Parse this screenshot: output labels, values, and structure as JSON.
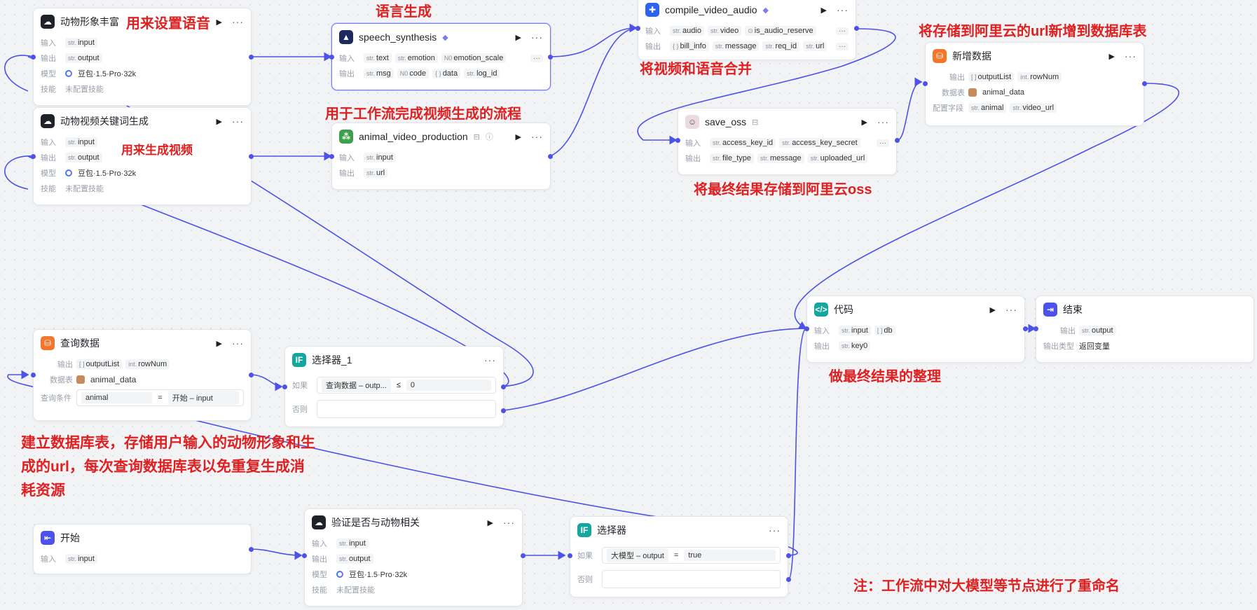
{
  "labels": {
    "input": "输入",
    "output": "输出",
    "model": "模型",
    "skill": "技能",
    "table": "数据表",
    "condition": "查询条件",
    "if": "如果",
    "else": "否则",
    "config_fields": "配置字段",
    "output_type": "输出类型",
    "no_skill": "未配置技能",
    "model_name": "豆包·1.5·Pro·32k",
    "type_str": "str.",
    "type_int": "int.",
    "type_list": "[ ]",
    "type_obj": "{ }",
    "type_num": "N0",
    "type_bool": "⊙",
    "more": "···"
  },
  "nodes": {
    "animal_image": {
      "title": "动物形象丰富",
      "in": "input",
      "out": "output"
    },
    "animal_keyword": {
      "title": "动物视频关键词生成",
      "in": "input",
      "out": "output"
    },
    "speech": {
      "title": "speech_synthesis",
      "in": [
        "text",
        "emotion",
        "emotion_scale"
      ],
      "out": [
        "msg",
        "code",
        "data",
        "log_id"
      ]
    },
    "video_prod": {
      "title": "animal_video_production",
      "in": "input",
      "out": "url"
    },
    "compile": {
      "title": "compile_video_audio",
      "in": [
        "audio",
        "video",
        "is_audio_reserve"
      ],
      "out": [
        "bill_info",
        "message",
        "req_id",
        "url"
      ]
    },
    "save_oss": {
      "title": "save_oss",
      "in": [
        "access_key_id",
        "access_key_secret"
      ],
      "out": [
        "file_type",
        "message",
        "uploaded_url"
      ]
    },
    "insert_data": {
      "title": "新增数据",
      "out": [
        "outputList",
        "rowNum"
      ],
      "table": "animal_data",
      "fields": [
        "animal",
        "video_url"
      ]
    },
    "query_data": {
      "title": "查询数据",
      "out": [
        "outputList",
        "rowNum"
      ],
      "table": "animal_data",
      "cond_left": "animal",
      "cond_op": "=",
      "cond_right": "开始 – input"
    },
    "selector1": {
      "title": "选择器_1",
      "cond_left": "查询数据 – outp...",
      "cond_op": "≤",
      "cond_right": "0"
    },
    "code": {
      "title": "代码",
      "in": [
        "input",
        "db"
      ],
      "out": "key0"
    },
    "end": {
      "title": "结束",
      "out": "output",
      "out_type": "返回变量"
    },
    "start": {
      "title": "开始",
      "in": "input"
    },
    "verify": {
      "title": "验证是否与动物相关",
      "in": "input",
      "out": "output"
    },
    "selector": {
      "title": "选择器",
      "cond_left": "大模型 – output",
      "cond_op": "=",
      "cond_right": "true"
    }
  },
  "annotations": {
    "set_voice": "用来设置语音",
    "gen_speech": "语言生成",
    "gen_video": "用来生成视频",
    "subflow": "用于工作流完成视频生成的流程",
    "merge": "将视频和语音合并",
    "store_url": "将存储到阿里云的url新增到数据库表",
    "store_oss": "将最终结果存储到阿里云oss",
    "final": "做最终结果的整理",
    "db_note": "建立数据库表，存储用户输入的动物形象和生成的url，每次查询数据库表以免重复生成消耗资源",
    "rename_note": "注：工作流中对大模型等节点进行了重命名"
  },
  "colors": {
    "wire": "#4d53e8",
    "accent": "#7b7cf0",
    "note": "#e02020",
    "llm_icon": "#1f2329",
    "plugin_icon": "#2c63f0",
    "workflow_icon": "#3aa14a",
    "db_icon": "#f5762b",
    "condition_icon": "#14a7a0",
    "code_icon": "#14a7a0",
    "end_icon": "#4d53e8",
    "start_icon": "#4d53e8"
  }
}
